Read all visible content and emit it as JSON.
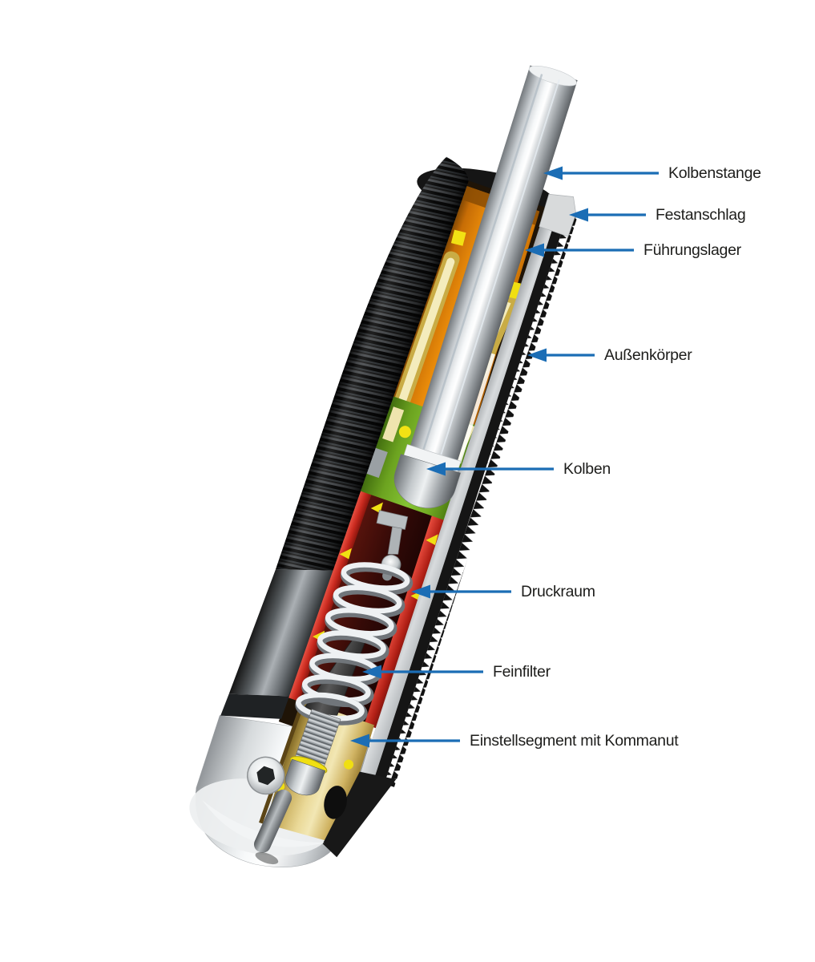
{
  "figure": {
    "background": "#ffffff",
    "arrow_color": "#1b6db5",
    "label_text_color": "#1d1d1b",
    "part_colors": {
      "outer_body_thread_black": "#1e1e1e",
      "guide_bearing_orange": "#f2930b",
      "membrane_green": "#7ab529",
      "pressure_chamber_red": "#cd2a22",
      "seal_yellow": "#f2e214",
      "adjustment_segment_brass": "#e8d897",
      "chrome_silver": "#eef1f2"
    },
    "labels": [
      {
        "id": "kolbenstange",
        "text": "Kolbenstange"
      },
      {
        "id": "festanschlag",
        "text": "Festanschlag"
      },
      {
        "id": "fuehrungslager",
        "text": "Führungslager"
      },
      {
        "id": "aussenkoerper",
        "text": "Außenkörper"
      },
      {
        "id": "kolben",
        "text": "Kolben"
      },
      {
        "id": "druckraum",
        "text": "Druckraum"
      },
      {
        "id": "feinfilter",
        "text": "Feinfilter"
      },
      {
        "id": "einstellsegment",
        "text": "Einstellsegment mit Kommanut"
      }
    ]
  }
}
